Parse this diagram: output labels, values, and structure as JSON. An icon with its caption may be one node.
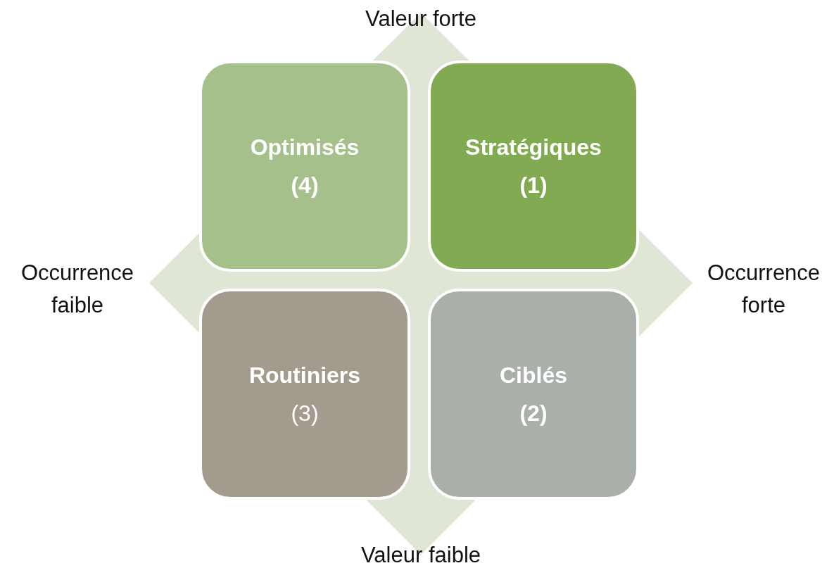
{
  "diagram": {
    "nodes": [
      {
        "text": [
          "Optimisés",
          "(4)"
        ]
      },
      {
        "text": [
          "Stratégiques",
          "(1)"
        ]
      },
      {
        "text": [
          "Routiniers",
          "(3)"
        ]
      },
      {
        "text": [
          "Ciblés",
          "(2)"
        ]
      }
    ],
    "labels": [
      "Valeur forte",
      "Occurrence faible",
      "Occurrence forte",
      "Valeur faible"
    ]
  }
}
